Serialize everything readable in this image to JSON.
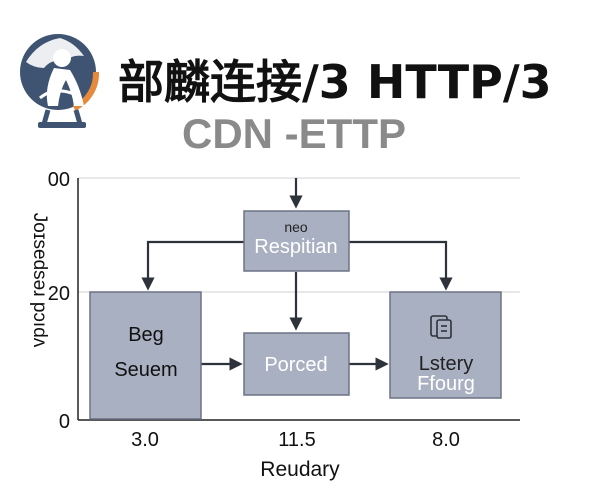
{
  "header": {
    "title": "部麟连接/3 HTTP/3",
    "subtitle": "CDN -ETTP",
    "logo_icon": "globe-runner-logo-icon"
  },
  "axis": {
    "ylabel": "Joɪsedsəɹ pɔıdʌ",
    "xlabel": "Reudary",
    "y_ticks": [
      "00",
      "20",
      "0"
    ],
    "x_ticks": [
      "3.0",
      "11.5",
      "8.0"
    ]
  },
  "nodes": {
    "top": {
      "small": "neo",
      "label": "Respitian"
    },
    "left": {
      "line1": "Beg",
      "line2": "Seuem"
    },
    "middle": {
      "label": "Porced"
    },
    "right": {
      "line1": "Lstery",
      "line2": "Ffourg",
      "icon": "document-icon"
    }
  },
  "colors": {
    "box_fill": "#a9b0c2",
    "box_stroke": "#6c7385",
    "arrow": "#2e323b",
    "grid": "#d0d0d0",
    "accent": "#e58a3a",
    "logo": "#3f5472"
  }
}
